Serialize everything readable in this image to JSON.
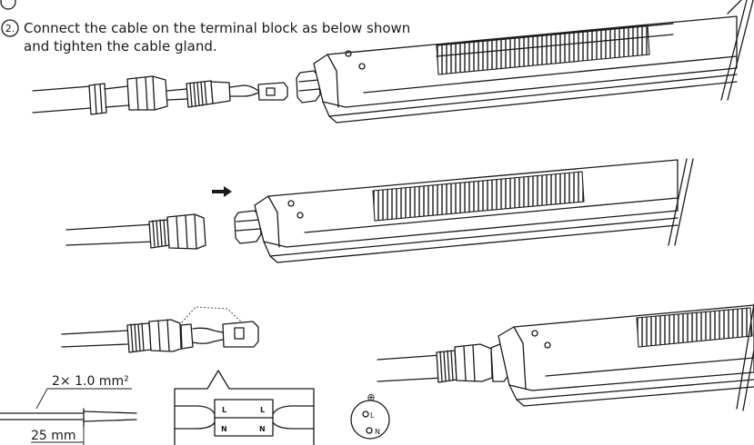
{
  "step": {
    "number": "2.",
    "line1": "Connect the cable on the terminal block as below shown",
    "line2": "and tighten the cable gland."
  },
  "labels": {
    "cross_section": "2× 1.0 mm²",
    "strip_length": "25 mm",
    "terminal_L": "L",
    "terminal_N": "N",
    "pin_L": "L",
    "pin_N": "N",
    "ground_symbol": "⊕"
  }
}
